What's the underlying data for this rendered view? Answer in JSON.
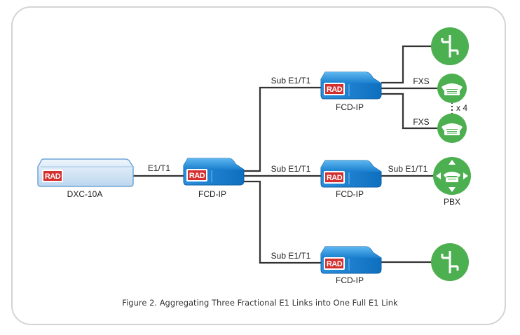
{
  "diagram": {
    "devices": {
      "dxc": {
        "brand": "RAD",
        "label": "DXC-10A"
      },
      "fcd_center": {
        "brand": "RAD",
        "label": "FCD-IP"
      },
      "fcd_top": {
        "brand": "RAD",
        "label": "FCD-IP"
      },
      "fcd_mid": {
        "brand": "RAD",
        "label": "FCD-IP"
      },
      "fcd_bottom": {
        "brand": "RAD",
        "label": "FCD-IP"
      }
    },
    "links": {
      "main": "E1/T1",
      "top": "Sub E1/T1",
      "middle": "Sub E1/T1",
      "bottom": "Sub E1/T1",
      "pbx_link": "Sub E1/T1",
      "fxs_top": "FXS",
      "fxs_bottom": "FXS"
    },
    "phones_multiplier": "x 4",
    "pbx_label": "PBX",
    "caption": "Figure 2.  Aggregating Three Fractional E1 Links into One Full E1 Link",
    "colors": {
      "device_blue": "#1e88d6",
      "device_light": "#cfe3f5",
      "rad_red": "#d32f2f",
      "node_green": "#4caf50",
      "wire": "#333333"
    }
  }
}
